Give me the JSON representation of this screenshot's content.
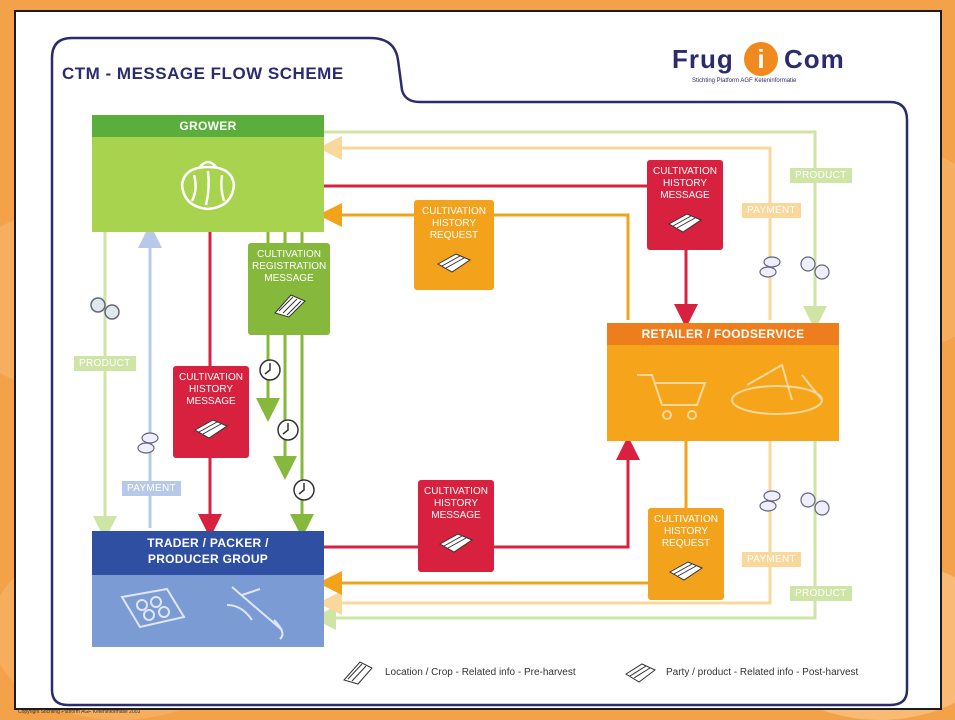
{
  "slide": {
    "title": "CTM - MESSAGE FLOW SCHEME",
    "logo_left": "Frug",
    "logo_i": "i",
    "logo_right": "Com",
    "logo_subtitle": "Stichting Platform AGF Keteninformatie",
    "footer": "Copyright Stichting Platform AGF Keteninformatie 2003"
  },
  "nodes": {
    "grower": "GROWER",
    "trader": "TRADER / PACKER / PRODUCER GROUP",
    "retailer": "RETAILER / FOODSERVICE"
  },
  "messages": {
    "cultivation_registration": "CULTIVATION REGISTRATION MESSAGE",
    "history_request_top": "CULTIVATION HISTORY REQUEST",
    "history_message_top_right": "CULTIVATION HISTORY MESSAGE",
    "history_message_left": "CULTIVATION HISTORY MESSAGE",
    "history_message_bottom": "CULTIVATION HISTORY MESSAGE",
    "history_request_bottom": "CULTIVATION HISTORY REQUEST"
  },
  "tags": {
    "product_left": "PRODUCT",
    "payment_left": "PAYMENT",
    "product_top_right": "PRODUCT",
    "payment_top_right": "PAYMENT",
    "payment_bottom_right": "PAYMENT",
    "product_bottom_right": "PRODUCT"
  },
  "legend": {
    "preharvest": "Location / Crop  -  Related info  -  Pre-harvest",
    "postharvest": "Party / product  -  Related info  -  Post-harvest"
  },
  "colors": {
    "navy": "#2b2c6e",
    "grower_head": "#5aae3c",
    "grower_body": "#a8d34e",
    "trader_head": "#2f4fa3",
    "trader_body": "#7b9bd4",
    "retailer_head": "#ee7d1e",
    "retailer_body": "#f6a51b",
    "red_message": "#d8213f",
    "orange_request": "#f2a31b",
    "green_registration": "#86b83c",
    "light_green_flow": "#cfe5a5",
    "light_orange_flow": "#fad79a",
    "light_blue_flow": "#b8c8e8"
  }
}
